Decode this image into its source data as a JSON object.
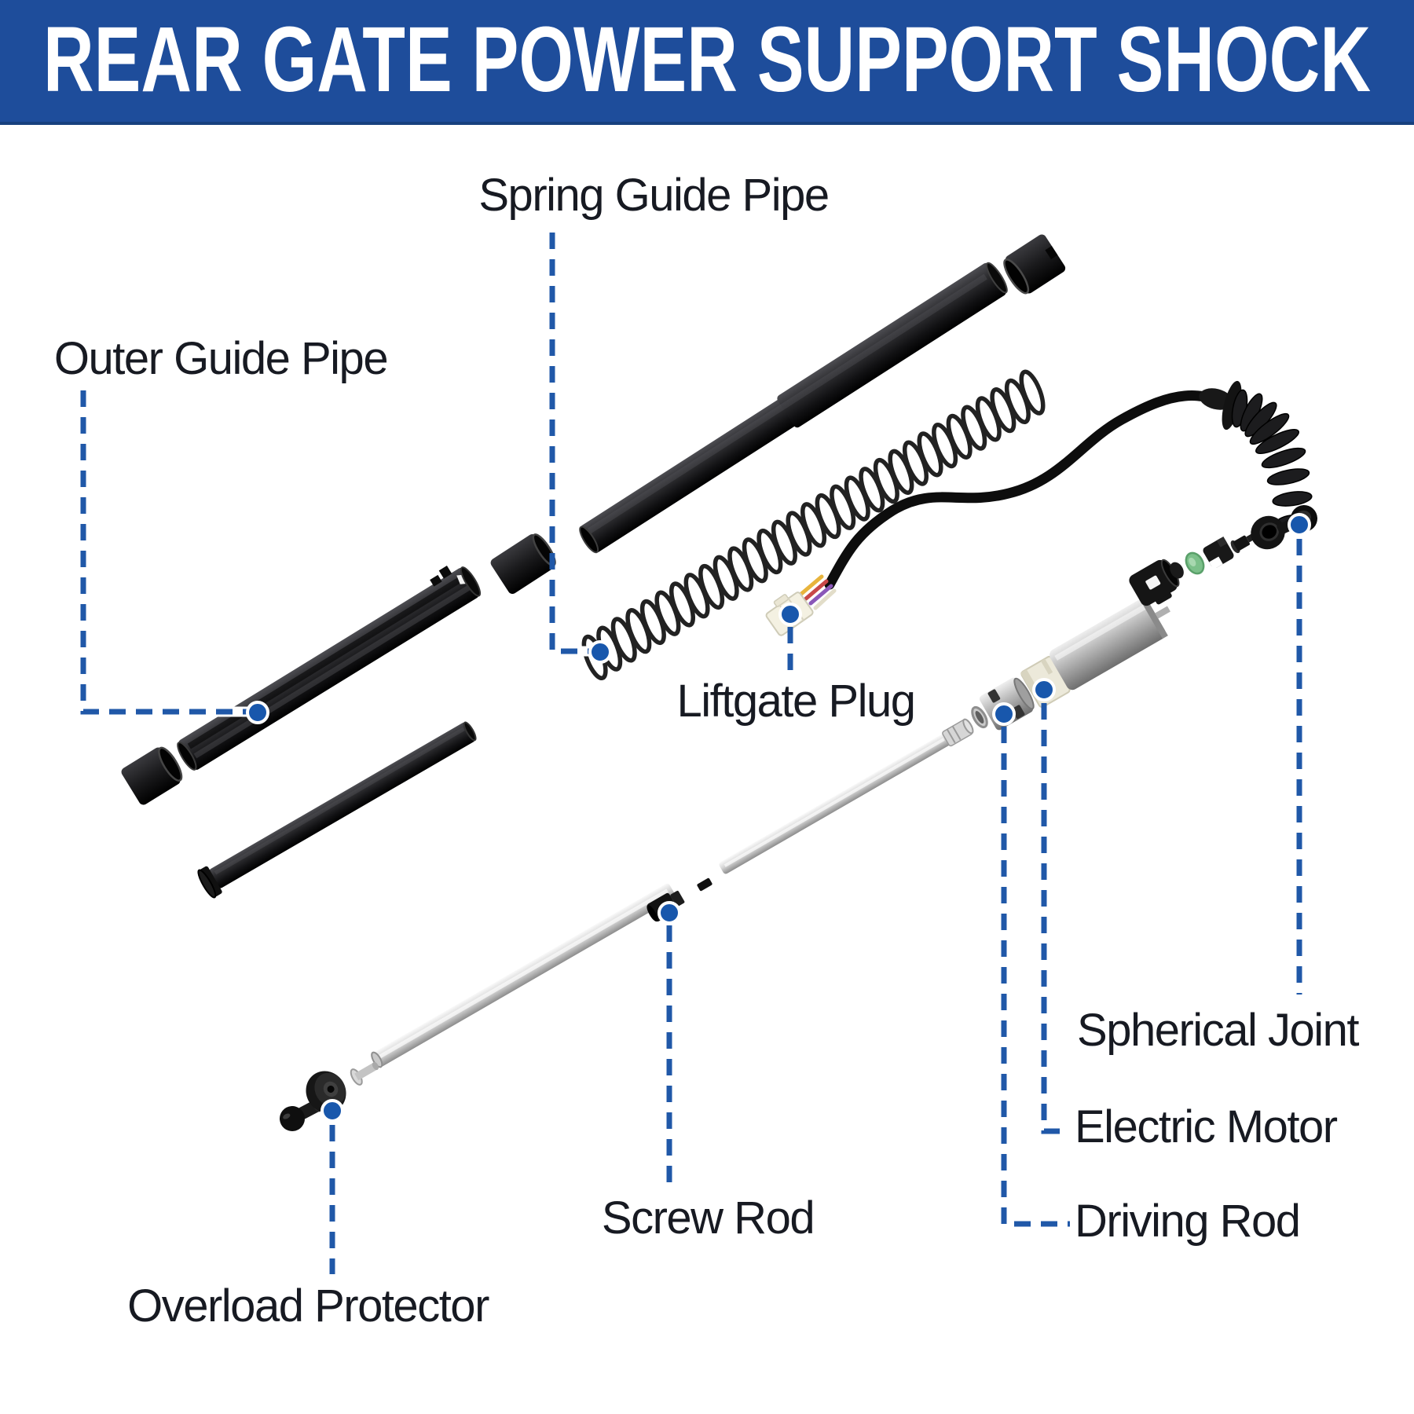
{
  "header": {
    "title": "REAR GATE POWER SUPPORT SHOCK",
    "bg_color": "#1e4d9b",
    "text_color": "#ffffff"
  },
  "labels": {
    "spring_guide_pipe": "Spring Guide Pipe",
    "outer_guide_pipe": "Outer Guide Pipe",
    "liftgate_plug": "Liftgate Plug",
    "spherical_joint": "Spherical Joint",
    "electric_motor": "Electric Motor",
    "driving_rod": "Driving Rod",
    "screw_rod": "Screw Rod",
    "overload_protector": "Overload Protector"
  },
  "style": {
    "leader_line_color": "#2058a8",
    "callout_dot_color": "#1857ac",
    "label_text_color": "#171a22"
  }
}
